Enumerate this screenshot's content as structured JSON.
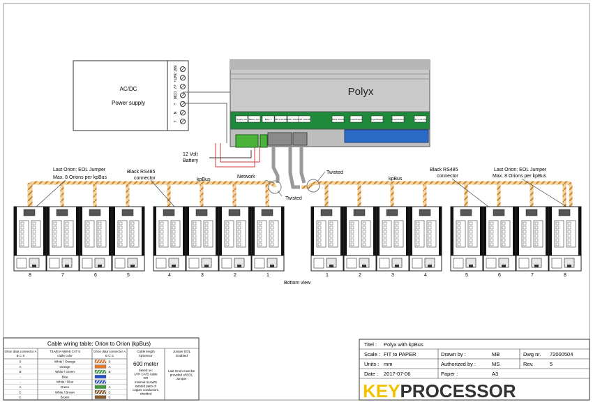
{
  "power_supply": {
    "title": "AC/DC",
    "subtitle": "Power supply",
    "terminals": [
      "BAT-",
      "BAT+",
      "+V",
      "COM",
      "⏚",
      "N",
      "L"
    ]
  },
  "controller": {
    "name": "Polyx",
    "ports": [
      "Supply pwr",
      "Battery 12V",
      "Base T",
      "PRT1 RS485",
      "PRT2 RS485",
      "PRT3 RS485",
      "PRT4 RS232",
      "Input/Output",
      "Input/Output",
      "Input/Output",
      "12V Lock Pwr"
    ]
  },
  "labels": {
    "battery": "12 Volt Battery",
    "network": "Network",
    "twisted_left": "Twisted",
    "twisted_right": "Twisted",
    "kpbus_left": "kpBus",
    "kpbus_right": "kpBus",
    "eol_left_1": "Last Orion: EOL Jumper",
    "eol_left_2": "Max. 8 Orions per kpBus",
    "rs485_left_1": "Black RS485",
    "rs485_left_2": "connector",
    "rs485_right_1": "Black RS485",
    "rs485_right_2": "connector",
    "eol_right_1": "Last Orion: EOL Jumper",
    "eol_right_2": "Max. 8 Orions per kpBus",
    "bottom_view": "Bottom view"
  },
  "left_units": [
    "8",
    "7",
    "6",
    "5",
    "4",
    "3",
    "2",
    "1"
  ],
  "right_units": [
    "1",
    "2",
    "3",
    "4",
    "5",
    "6",
    "7",
    "8"
  ],
  "cable_table": {
    "title": "Cable wiring table: Orion to Orion (kpBus)",
    "headers": [
      "Orion data connector A B C S",
      "T3A/EIA-568-B CAT 5 cable color",
      "Orion data connector A B C S",
      "Cable length kpSensor",
      "Jumper EOL Enabled"
    ],
    "rows": [
      {
        "left": "S",
        "color": "White / Orange",
        "right": "S"
      },
      {
        "left": "A",
        "color": "Orange",
        "right": "A"
      },
      {
        "left": "B",
        "color": "White / Green",
        "right": "B"
      },
      {
        "left": "-",
        "color": "Blue",
        "right": "-"
      },
      {
        "left": "-",
        "color": "White / Blue",
        "right": "-"
      },
      {
        "left": "A",
        "color": "Green",
        "right": "A"
      },
      {
        "left": "C",
        "color": "White / Brown",
        "right": "C"
      },
      {
        "left": "C",
        "color": "Brown",
        "right": "C"
      }
    ],
    "row_colors": [
      "#e8772e",
      "#e8772e",
      "#3e9a3e",
      "#2a52c8",
      "#2a52c8",
      "#3e9a3e",
      "#8a5a2a",
      "#8a5a2a"
    ],
    "row_striped": [
      true,
      false,
      true,
      false,
      true,
      false,
      true,
      false
    ],
    "length_value": "600 meter",
    "length_note": [
      "based on:",
      "UTP CAT5 cable",
      "OR",
      "minimal 24AWG",
      "twisted pairs of",
      "copper conductors,",
      "shielded"
    ],
    "jumper_note": [
      "Last Orion must be",
      "provided of EOL",
      "Jumper"
    ]
  },
  "title_block": {
    "title_label": "Titel :",
    "title_value": "Polyx with kpBus",
    "scale_label": "Scale :",
    "scale_value": "FIT to PAPER",
    "units_label": "Units :",
    "units_value": "mm",
    "date_label": "Date :",
    "date_value": "2017-07-06",
    "drawn_label": "Drawn by :",
    "drawn_value": "MB",
    "auth_label": "Authorized by :",
    "auth_value": "MS",
    "paper_label": "Paper :",
    "paper_value": "A3",
    "dwg_label": "Dwg nr.",
    "dwg_value": "72000504",
    "rev_label": "Rev.",
    "rev_value": "5",
    "brand_key": "KEY",
    "brand_rest": "PROCESSOR"
  }
}
